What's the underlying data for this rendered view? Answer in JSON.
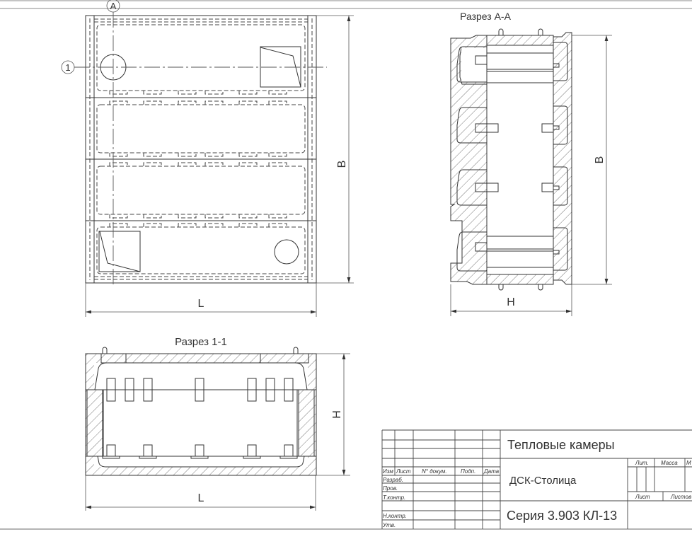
{
  "drawing": {
    "plan": {
      "axis_a_label": "A",
      "axis_1_label": "1",
      "dim_width_label": "L",
      "dim_height_label": "B"
    },
    "section_aa": {
      "title": "Разрез А-А",
      "dim_vertical_label": "B",
      "dim_horizontal_label": "H"
    },
    "section_11": {
      "title": "Разрез 1-1",
      "dim_vertical_label": "H",
      "dim_horizontal_label": "L"
    }
  },
  "title_block": {
    "title": "Тепловые камеры",
    "organization": "ДСК-Столица",
    "series": "Серия 3.903 КЛ-13",
    "headers": {
      "izm": "Изм",
      "list": "Лист",
      "doc_no": "N° докум.",
      "sign": "Подп.",
      "date": "Дата"
    },
    "roles": [
      "Разраб.",
      "Пров.",
      "Т.контр.",
      "Н.контр.",
      "Утв."
    ],
    "right_headers": {
      "lit": "Лит.",
      "mass": "Масса",
      "scale": "М",
      "sheet": "Лист",
      "sheets": "Листов"
    }
  }
}
